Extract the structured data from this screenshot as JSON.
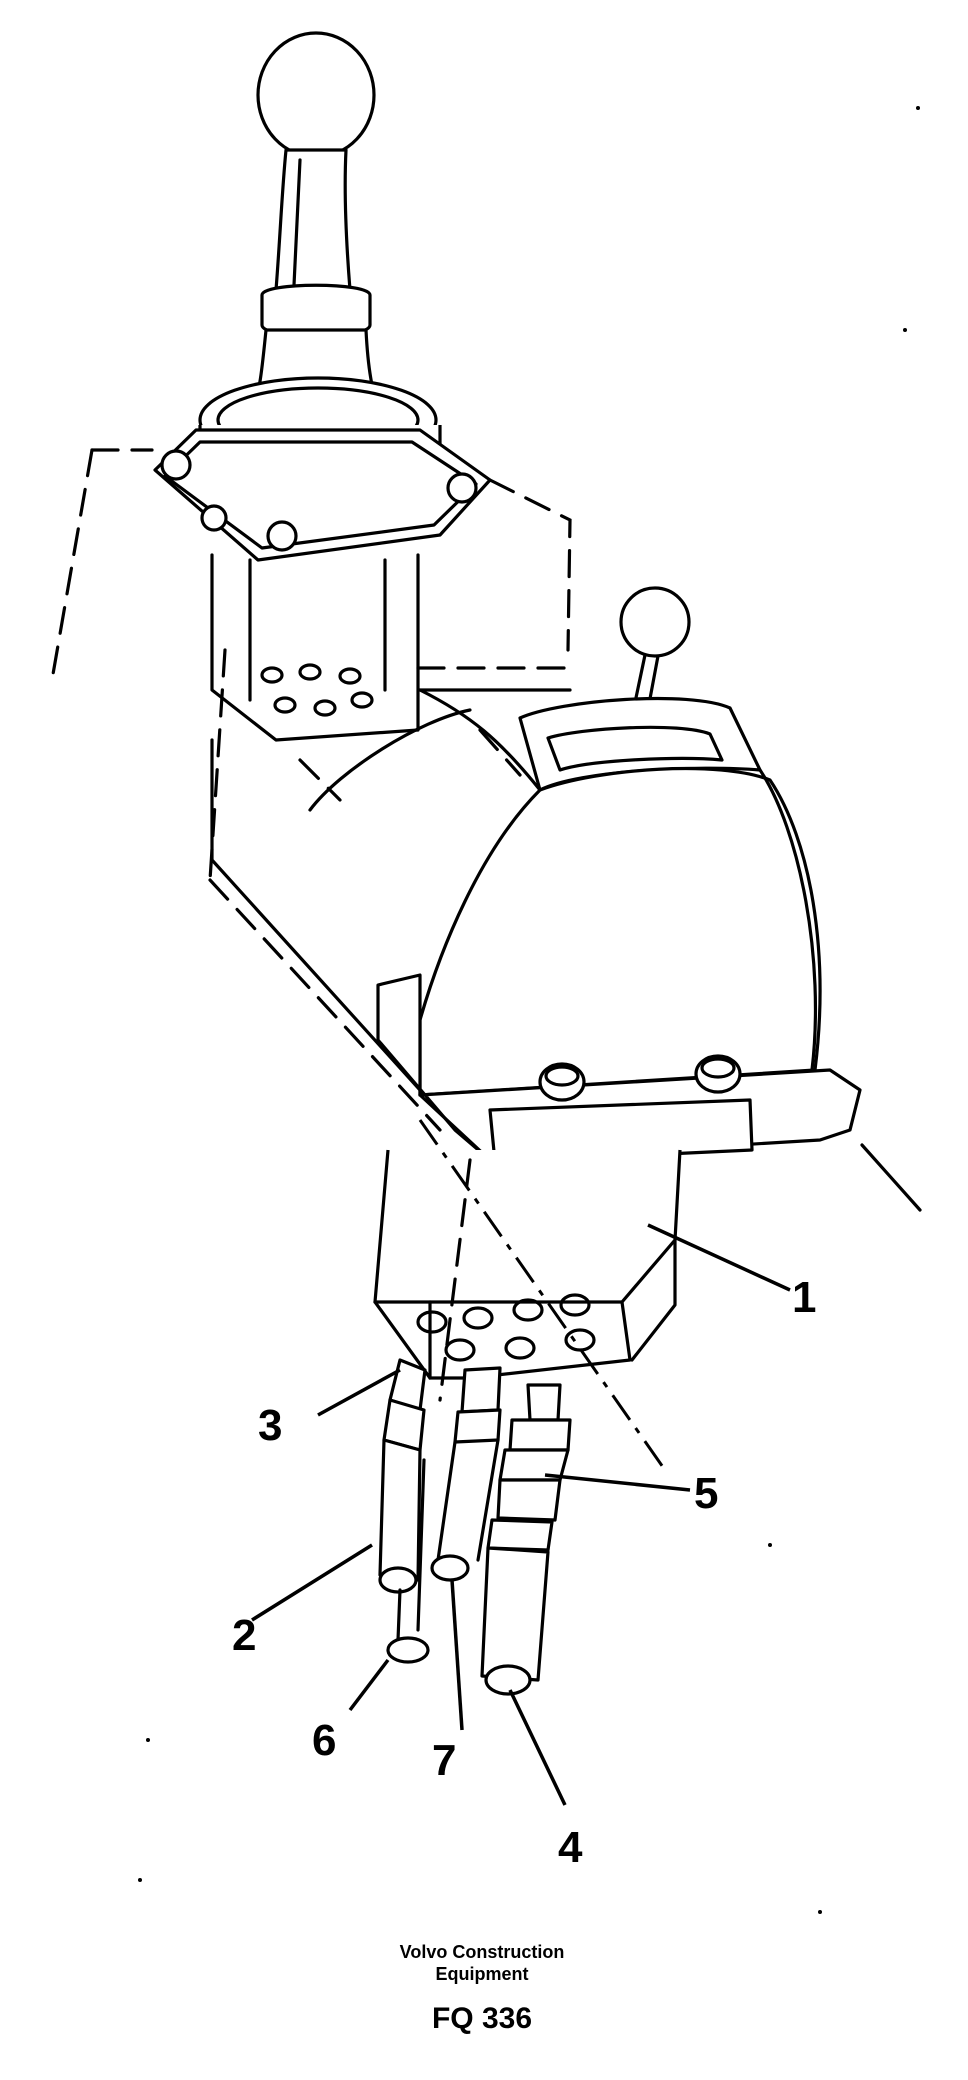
{
  "figure": {
    "callouts": [
      {
        "id": "1",
        "label": "1"
      },
      {
        "id": "2",
        "label": "2"
      },
      {
        "id": "3",
        "label": "3"
      },
      {
        "id": "4",
        "label": "4"
      },
      {
        "id": "5",
        "label": "5"
      },
      {
        "id": "6",
        "label": "6"
      },
      {
        "id": "7",
        "label": "7"
      }
    ]
  },
  "footer": {
    "brand_line1": "Volvo Construction",
    "brand_line2": "Equipment",
    "code": "FQ 336"
  }
}
